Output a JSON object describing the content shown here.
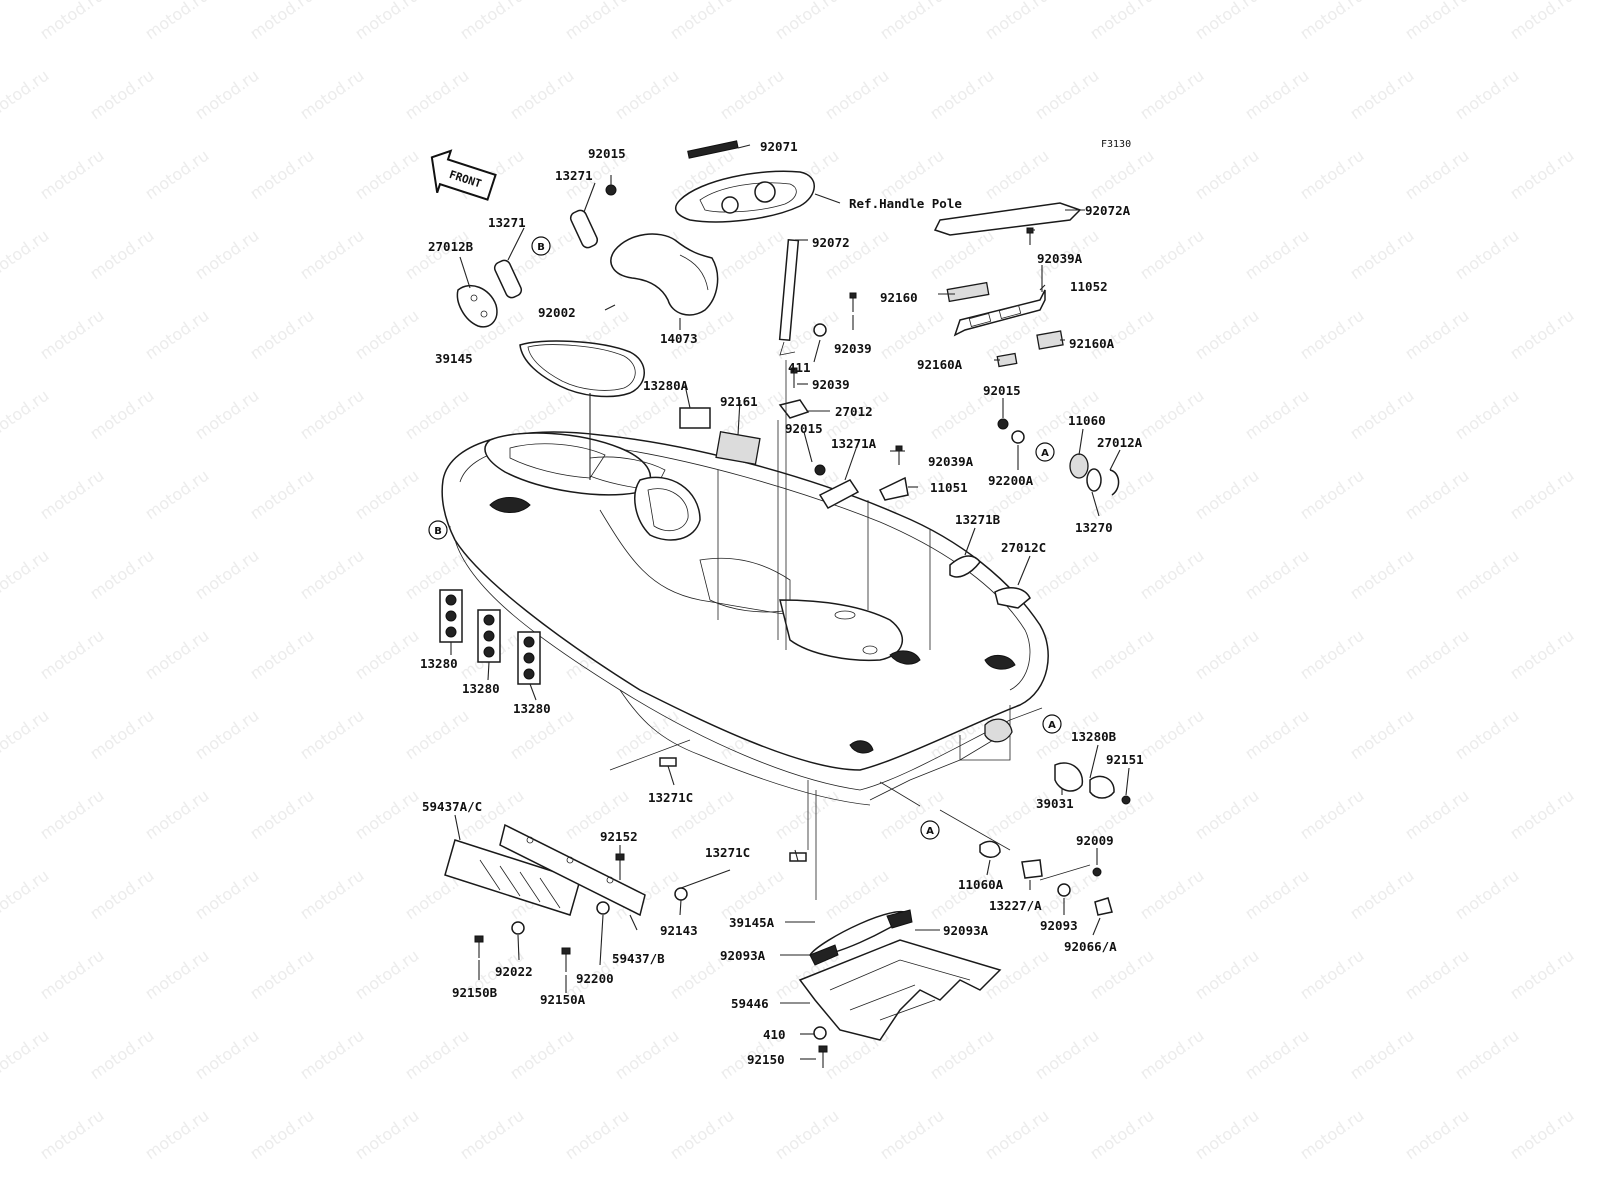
{
  "watermark": "motod.ru",
  "figure_code": "F3130",
  "front_arrow_label": "FRONT",
  "reference_label": "Ref.Handle Pole",
  "callouts": {
    "a": "A",
    "b": "B"
  },
  "part_numbers": {
    "p92015_top": "92015",
    "p13271_a": "13271",
    "p13271_b": "13271",
    "p27012b": "27012B",
    "p92002": "92002",
    "p14073": "14073",
    "p92071": "92071",
    "p92072a": "92072A",
    "p92039a_top": "92039A",
    "p11052": "11052",
    "p92160": "92160",
    "p92160a_r": "92160A",
    "p92160a_l": "92160A",
    "p92072": "92072",
    "p92039_a": "92039",
    "p411": "411",
    "p92039_b": "92039",
    "p27012": "27012",
    "p92015_mid": "92015",
    "p39145": "39145",
    "p13280a": "13280A",
    "p92161": "92161",
    "p13271a": "13271A",
    "p92039a_mid": "92039A",
    "p11051": "11051",
    "p92015_r": "92015",
    "p92200a": "92200A",
    "p11060": "11060",
    "p27012a": "27012A",
    "p13270": "13270",
    "p13271b": "13271B",
    "p27012c": "27012C",
    "p13280_1": "13280",
    "p13280_2": "13280",
    "p13280_3": "13280",
    "p13271c_a": "13271C",
    "p13271c_b": "13271C",
    "p13280b": "13280B",
    "p92151": "92151",
    "p39031": "39031",
    "p92009": "92009",
    "p11060a": "11060A",
    "p13227": "13227/A",
    "p92093": "92093",
    "p92066": "92066/A",
    "p59437ac": "59437A/C",
    "p92152": "92152",
    "p92143": "92143",
    "p59437b": "59437/B",
    "p92022": "92022",
    "p92200": "92200",
    "p92150b": "92150B",
    "p92150a": "92150A",
    "p39145a": "39145A",
    "p92093a_r": "92093A",
    "p92093a_l": "92093A",
    "p59446": "59446",
    "p410": "410",
    "p92150": "92150"
  }
}
